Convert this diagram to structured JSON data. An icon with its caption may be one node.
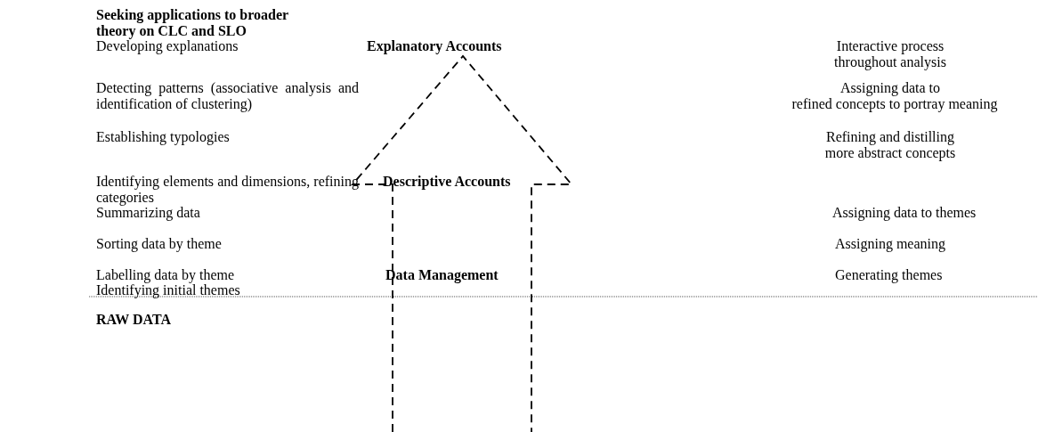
{
  "diagram": {
    "labels": [
      "Seeking applications to broader theory on CLC and SLO",
      "Developing explanations",
      "Explanatory Accounts",
      "Interactive process throughout analysis",
      "Detecting patterns (associative analysis and identification of clustering)",
      "Assigning data to",
      "refined concepts to portray meaning",
      "Establishing typologies",
      "Refining and distilling more abstract concepts",
      "Identifying elements and dimensions, refining categories",
      "Descriptive Accounts",
      "Summarizing data",
      "Assigning data to themes",
      "Sorting data by theme",
      "Assigning meaning",
      "Labelling data by theme",
      "Data Management",
      "Generating themes",
      "Identifying initial themes",
      "RAW DATA"
    ]
  }
}
